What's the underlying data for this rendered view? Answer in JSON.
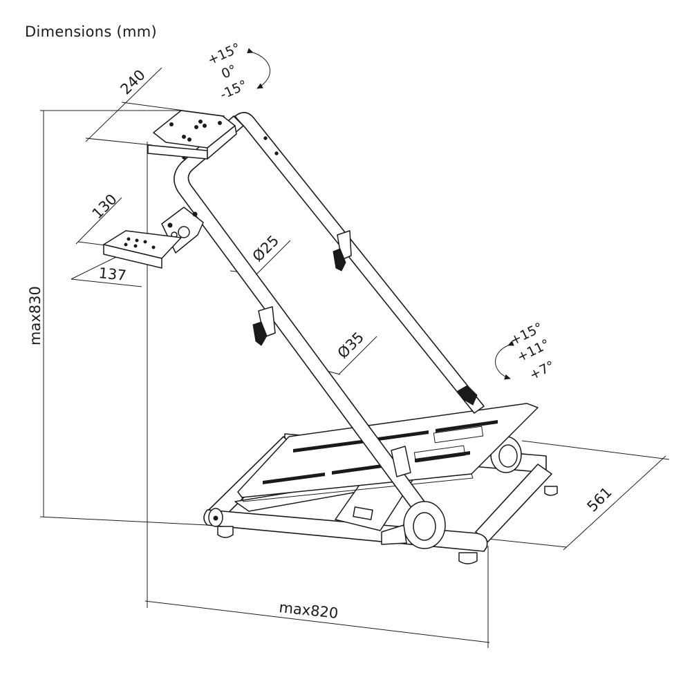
{
  "title": "Dimensions (mm)",
  "dimensions": {
    "wheel_plate_width": "240",
    "shifter_plate_depth": "130",
    "shifter_plate_width": "137",
    "tube_diameter_upper": "Ø25",
    "tube_diameter_lower": "Ø35",
    "max_height": "max830",
    "max_length": "max820",
    "base_width": "561"
  },
  "wheel_tilt": {
    "plus": "+15°",
    "zero": "0°",
    "minus": "-15°"
  },
  "pedal_tilt": {
    "a": "+15°",
    "b": "+11°",
    "c": "+7°"
  },
  "colors": {
    "line": "#1a1a1a",
    "background": "#ffffff"
  }
}
